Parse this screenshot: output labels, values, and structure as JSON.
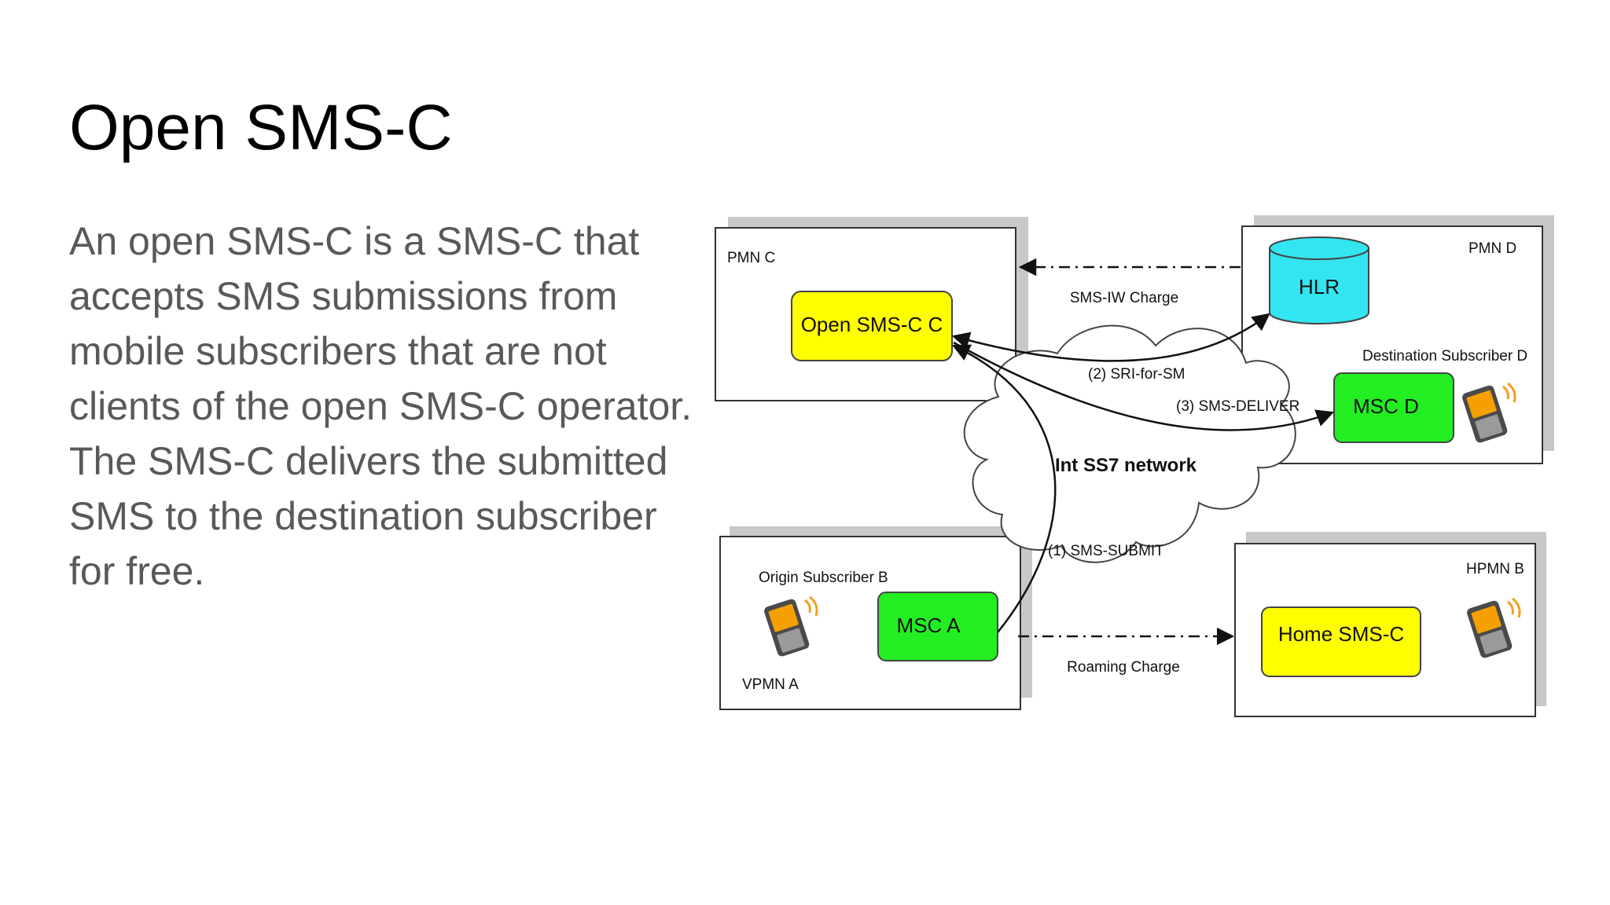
{
  "slide": {
    "title": "Open SMS-C",
    "body": "An open SMS-C is a SMS-C that accepts SMS submissions from mobile subscribers that are not clients of the open SMS-C operator. The SMS-C delivers the submitted SMS to the destination subscriber for free."
  },
  "diagram": {
    "networks": {
      "pmn_c": "PMN C",
      "pmn_d": "PMN D",
      "vpmn_a": "VPMN A",
      "hpmn_b": "HPMN B"
    },
    "nodes": {
      "open_smsc": "Open SMS-C C",
      "hlr": "HLR",
      "msc_d": "MSC D",
      "msc_a": "MSC A",
      "home_smsc": "Home SMS-C"
    },
    "subscribers": {
      "destination": "Destination Subscriber D",
      "origin": "Origin Subscriber B"
    },
    "cloud_label": "Int SS7 network",
    "flows": {
      "sms_iw_charge": "SMS-IW Charge",
      "sri_for_sm": "(2) SRI-for-SM",
      "sms_deliver": "(3) SMS-DELIVER",
      "sms_submit": "(1) SMS-SUBMIT",
      "roaming_charge": "Roaming Charge"
    },
    "colors": {
      "smsc": "#ffff00",
      "hlr": "#33e5f0",
      "msc": "#22ee22",
      "panel_shadow": "#c8c8c8"
    },
    "icons": [
      "mobile-phone-icon",
      "database-icon",
      "cloud-icon"
    ]
  }
}
